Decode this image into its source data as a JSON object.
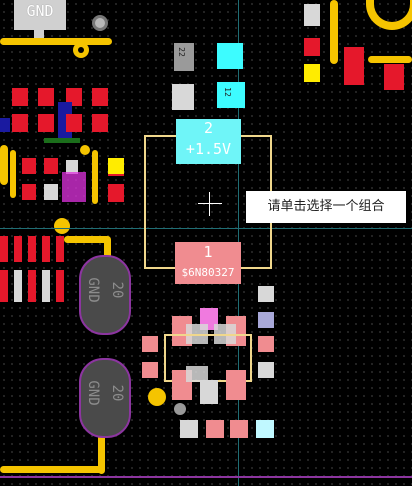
{
  "board": {
    "gnd_top_label": "GND",
    "pad1": {
      "number": "2",
      "net": "+1.5V"
    },
    "pad2": {
      "number": "1",
      "net": "$6N80327"
    },
    "oval_pad_a": {
      "number": "20",
      "net": "GND"
    },
    "oval_pad_b": {
      "number": "20",
      "net": "GND"
    },
    "small_label_a": "22",
    "small_label_b": "12"
  },
  "tooltip": {
    "text": "请单击选择一个组合"
  },
  "colors": {
    "background": "#000000",
    "trace": "#f5c400",
    "copper_top": "#e5182b",
    "silkscreen": "#f5c400",
    "pad_cyan": "#3dfcff",
    "pad_pink": "#f08c90"
  }
}
